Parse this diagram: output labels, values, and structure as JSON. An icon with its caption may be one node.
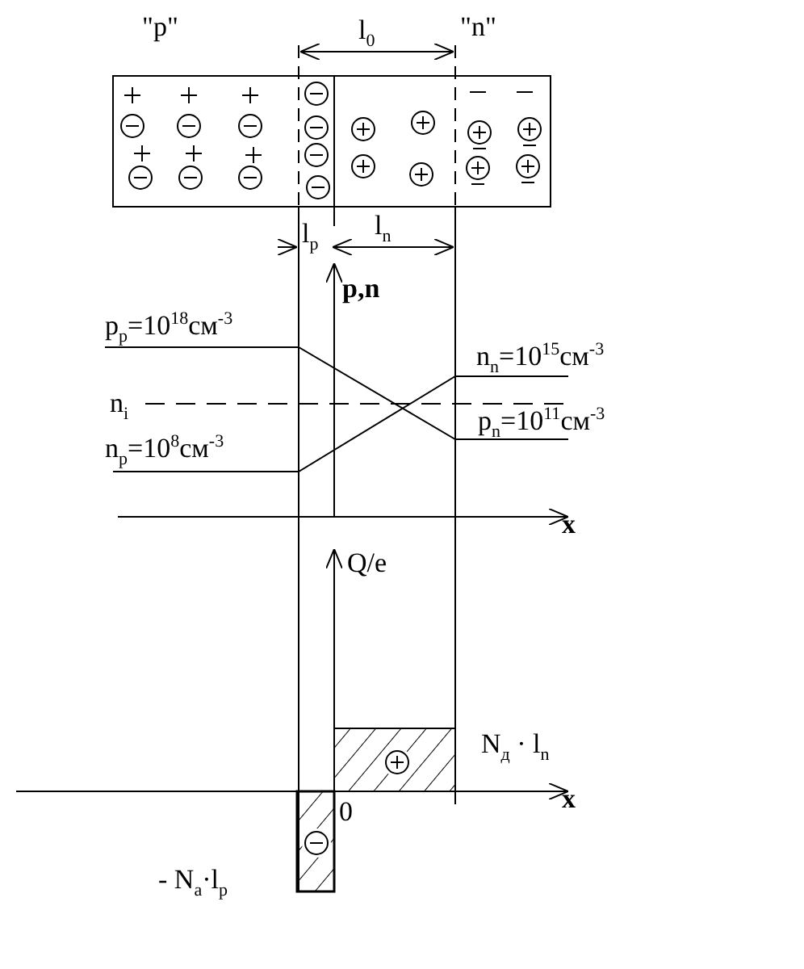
{
  "diagram": {
    "labels": [
      "\"p\"",
      "l$_{0}$",
      "\"n\"",
      "l$_{p}$",
      "l$_{n}$",
      "p,n",
      "p$_{p}$=10$^{18}$см$^{-3}$",
      "n$_{n}$=10$^{15}$см$^{-3}$",
      "n$_{i}$",
      "p$_{n}$=10$^{11}$см$^{-3}$",
      "n$_{p}$=10$^{8}$см$^{-3}$",
      "x",
      "Q/e",
      "N$_{д}$ · l$_{n}$",
      "0",
      "x",
      "- N$_{a}$·l$_{p}$"
    ]
  }
}
